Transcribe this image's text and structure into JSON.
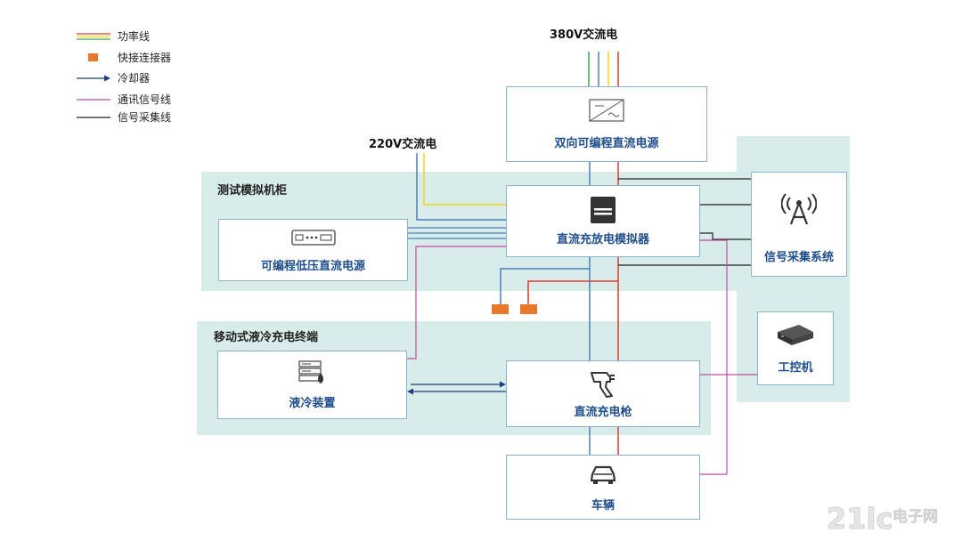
{
  "legend": [
    {
      "label": "功率线",
      "kind": "power"
    },
    {
      "label": "快接连接器",
      "kind": "connector"
    },
    {
      "label": "冷却器",
      "kind": "cooler"
    },
    {
      "label": "通讯信号线",
      "kind": "comm"
    },
    {
      "label": "信号采集线",
      "kind": "signal"
    }
  ],
  "sources": {
    "ac380": "380V交流电",
    "ac220": "220V交流电"
  },
  "regions": {
    "test_cabinet": "测试模拟机柜",
    "mobile_terminal": "移动式液冷充电终端"
  },
  "boxes": {
    "bidirectional_psu": "双向可编程直流电源",
    "dc_simulator": "直流充放电模拟器",
    "lv_psu": "可编程低压直流电源",
    "signal_system": "信号采集系统",
    "ipc": "工控机",
    "cooling_unit": "液冷装置",
    "charging_gun": "直流充电枪",
    "vehicle": "车辆"
  },
  "colors": {
    "power_red": "#e03a2f",
    "power_green": "#3fa64a",
    "power_yellow": "#f2d21b",
    "power_blue": "#4a7fc0",
    "comm": "#c04aa8",
    "signal": "#222222",
    "cooler": "#1f3f7a",
    "connector": "#e8782a",
    "region_bg": "#d8ece9",
    "box_text": "#1f4e8c"
  },
  "watermark": {
    "text": "21ic电子网"
  }
}
